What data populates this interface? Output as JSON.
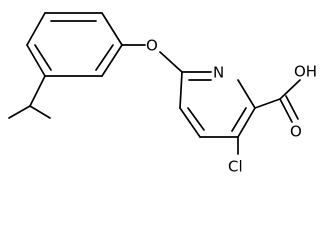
{
  "molecule": {
    "atom_labels": {
      "ether_oxygen": "O",
      "ring_nitrogen": "N",
      "chlorine": "Cl",
      "hydroxyl": "OH",
      "carbonyl_oxygen": "O"
    }
  }
}
